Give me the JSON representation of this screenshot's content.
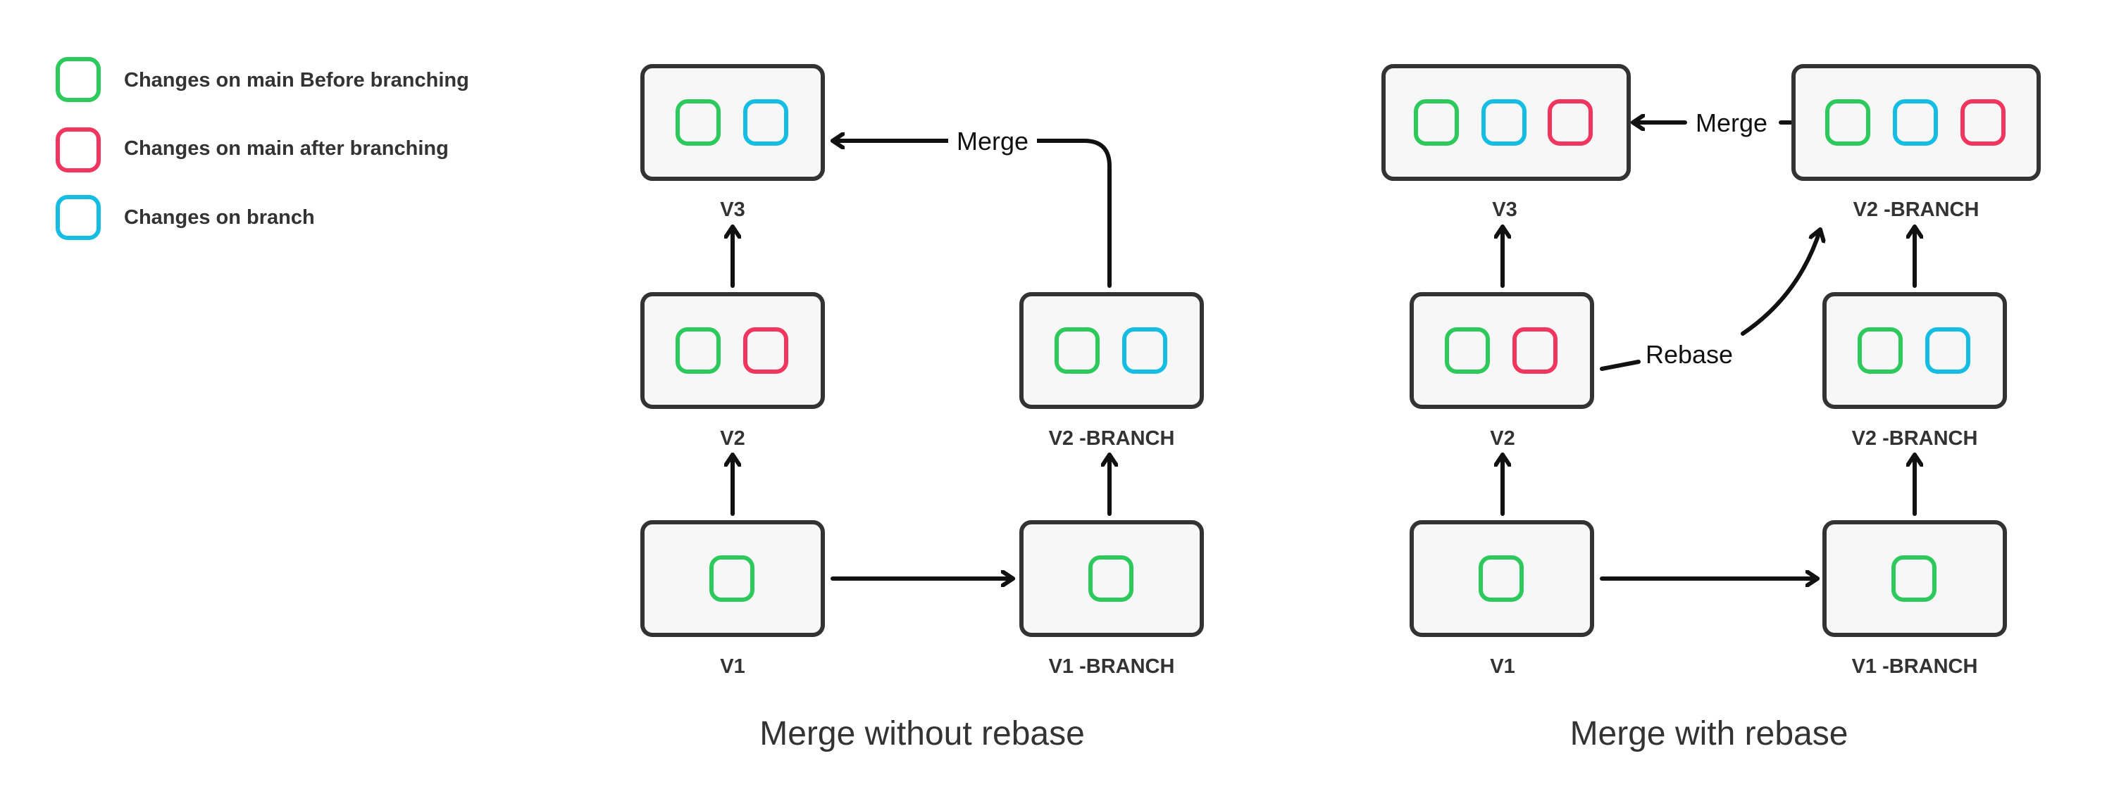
{
  "colors": {
    "before_branching": "#2ec95c",
    "after_branching": "#f0365e",
    "on_branch": "#15bde2",
    "box_border": "#333333",
    "box_fill": "#f6f7f6",
    "arrow": "#111111"
  },
  "legend": [
    {
      "label": "Changes on main Before branching",
      "color_key": "before_branching"
    },
    {
      "label": "Changes on main after branching",
      "color_key": "after_branching"
    },
    {
      "label": "Changes on branch",
      "color_key": "on_branch"
    }
  ],
  "diagrams": [
    {
      "caption": "Merge without rebase",
      "nodes": [
        {
          "id": "v3",
          "label": "V3",
          "chips": [
            "before_branching",
            "on_branch"
          ]
        },
        {
          "id": "v2",
          "label": "V2",
          "chips": [
            "before_branching",
            "after_branching"
          ]
        },
        {
          "id": "v1",
          "label": "V1",
          "chips": [
            "before_branching"
          ]
        },
        {
          "id": "v2b",
          "label": "V2 -BRANCH",
          "chips": [
            "before_branching",
            "on_branch"
          ]
        },
        {
          "id": "v1b",
          "label": "V1 -BRANCH",
          "chips": [
            "before_branching"
          ]
        }
      ],
      "edges": [
        {
          "from": "v1",
          "to": "v2",
          "label": ""
        },
        {
          "from": "v2",
          "to": "v3",
          "label": ""
        },
        {
          "from": "v1",
          "to": "v1b",
          "label": ""
        },
        {
          "from": "v1b",
          "to": "v2b",
          "label": ""
        },
        {
          "from": "v2b",
          "to": "v3",
          "label": "Merge"
        }
      ]
    },
    {
      "caption": "Merge with rebase",
      "nodes": [
        {
          "id": "v3",
          "label": "V3",
          "chips": [
            "before_branching",
            "on_branch",
            "after_branching"
          ]
        },
        {
          "id": "v2",
          "label": "V2",
          "chips": [
            "before_branching",
            "after_branching"
          ]
        },
        {
          "id": "v1",
          "label": "V1",
          "chips": [
            "before_branching"
          ]
        },
        {
          "id": "v2b_rebased",
          "label": "V2 -BRANCH",
          "chips": [
            "before_branching",
            "on_branch",
            "after_branching"
          ]
        },
        {
          "id": "v2b",
          "label": "V2 -BRANCH",
          "chips": [
            "before_branching",
            "on_branch"
          ]
        },
        {
          "id": "v1b",
          "label": "V1 -BRANCH",
          "chips": [
            "before_branching"
          ]
        }
      ],
      "edges": [
        {
          "from": "v1",
          "to": "v2",
          "label": ""
        },
        {
          "from": "v2",
          "to": "v3",
          "label": ""
        },
        {
          "from": "v1",
          "to": "v1b",
          "label": ""
        },
        {
          "from": "v1b",
          "to": "v2b",
          "label": ""
        },
        {
          "from": "v2b",
          "to": "v2b_rebased",
          "label": ""
        },
        {
          "from": "v2",
          "to": "v2b_rebased",
          "label": "Rebase"
        },
        {
          "from": "v2b_rebased",
          "to": "v3",
          "label": "Merge"
        }
      ]
    }
  ]
}
